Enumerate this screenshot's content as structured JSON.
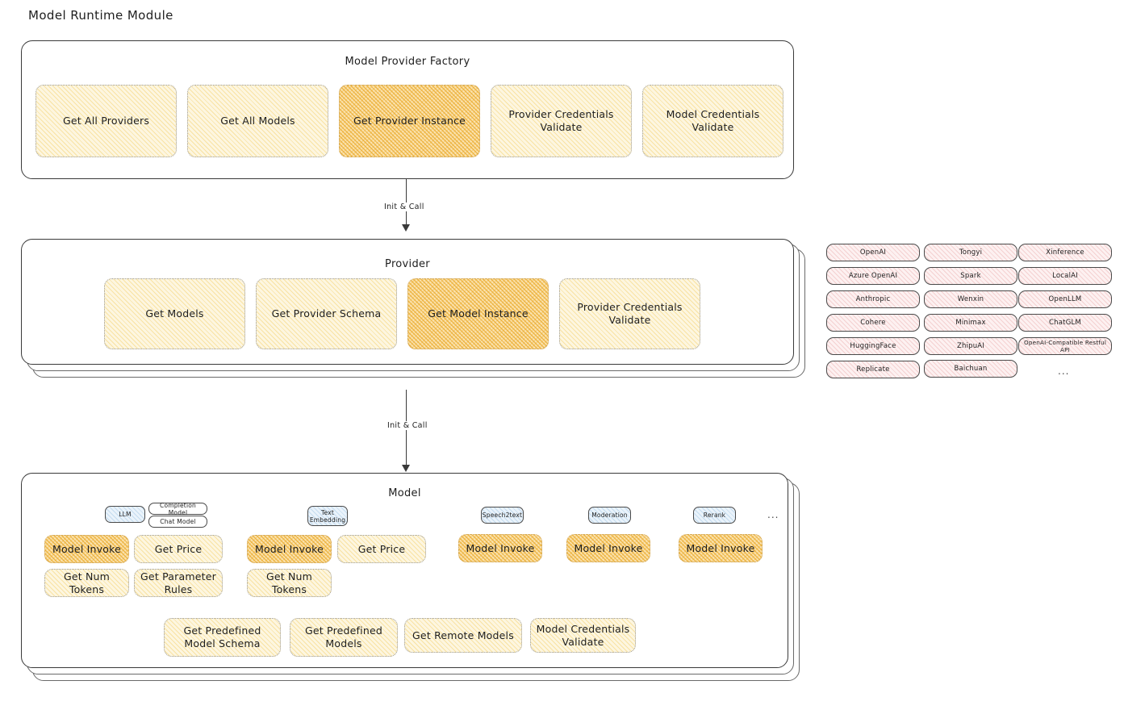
{
  "page": {
    "title": "Model Runtime Module",
    "accent_yellow": "#fdf6e0",
    "accent_yellow_highlight": "#fbe3b0",
    "accent_pink": "#fdf1f1",
    "accent_blue": "#eaf3fb",
    "stroke": "#3a3a3a"
  },
  "factory": {
    "title": "Model Provider Factory",
    "methods": [
      {
        "label": "Get All Providers",
        "highlight": false
      },
      {
        "label": "Get All Models",
        "highlight": false
      },
      {
        "label": "Get Provider Instance",
        "highlight": true
      },
      {
        "label": "Provider Credentials Validate",
        "highlight": false
      },
      {
        "label": "Model Credentials Validate",
        "highlight": false
      }
    ]
  },
  "arrows": [
    {
      "label": "Init & Call"
    },
    {
      "label": "Init & Call"
    }
  ],
  "provider": {
    "title": "Provider",
    "methods": [
      {
        "label": "Get Models",
        "highlight": false
      },
      {
        "label": "Get Provider Schema",
        "highlight": false
      },
      {
        "label": "Get Model Instance",
        "highlight": true
      },
      {
        "label": "Provider Credentials Validate",
        "highlight": false
      }
    ]
  },
  "provider_list": {
    "columns": [
      [
        "OpenAI",
        "Azure OpenAI",
        "Anthropic",
        "Cohere",
        "HuggingFace",
        "Replicate"
      ],
      [
        "Tongyi",
        "Spark",
        "Wenxin",
        "Minimax",
        "ZhipuAI",
        "Baichuan"
      ],
      [
        "Xinference",
        "LocalAI",
        "OpenLLM",
        "ChatGLM",
        "OpenAI-Compatible Restful API"
      ]
    ],
    "more": "..."
  },
  "model": {
    "title": "Model",
    "more": "...",
    "types": [
      {
        "badge": "LLM",
        "sub_badges": [
          "Completion Model",
          "Chat Model"
        ],
        "methods": [
          {
            "label": "Model Invoke",
            "highlight": true
          },
          {
            "label": "Get Price",
            "highlight": false
          },
          {
            "label": "Get Num Tokens",
            "highlight": false
          },
          {
            "label": "Get Parameter Rules",
            "highlight": false
          }
        ]
      },
      {
        "badge": "Text Embedding",
        "sub_badges": [],
        "methods": [
          {
            "label": "Model Invoke",
            "highlight": true
          },
          {
            "label": "Get Price",
            "highlight": false
          },
          {
            "label": "Get Num Tokens",
            "highlight": false
          }
        ]
      },
      {
        "badge": "Speech2text",
        "sub_badges": [],
        "methods": [
          {
            "label": "Model Invoke",
            "highlight": true
          }
        ]
      },
      {
        "badge": "Moderation",
        "sub_badges": [],
        "methods": [
          {
            "label": "Model Invoke",
            "highlight": true
          }
        ]
      },
      {
        "badge": "Rerank",
        "sub_badges": [],
        "methods": [
          {
            "label": "Model Invoke",
            "highlight": true
          }
        ]
      }
    ],
    "shared_methods": [
      {
        "label": "Get Predefined Model Schema"
      },
      {
        "label": "Get Predefined Models"
      },
      {
        "label": "Get Remote Models"
      },
      {
        "label": "Model Credentials Validate"
      }
    ]
  }
}
